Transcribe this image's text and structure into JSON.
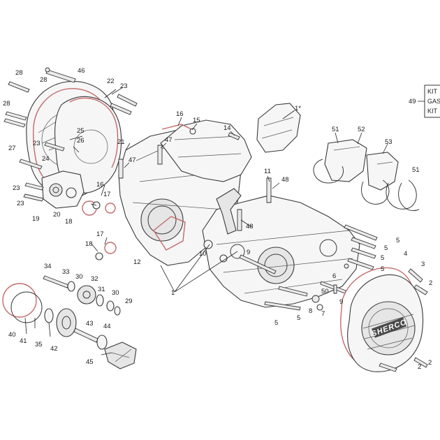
{
  "diagram": {
    "kit_box": {
      "ref": "49",
      "lines": [
        "KIT",
        "GAS",
        "KIT"
      ]
    },
    "cover_logo": "SHERCO",
    "labels": {
      "l1": "1",
      "l1star": "1*",
      "l2a": "2",
      "l2b": "2",
      "l2c": "2",
      "l3": "3",
      "l4": "4",
      "l5a": "5",
      "l5b": "5",
      "l5c": "5",
      "l5d": "5",
      "l5e": "5",
      "l5f": "5",
      "l6": "6",
      "l7": "7",
      "l8": "8",
      "l9a": "9",
      "l9b": "9",
      "l10": "10",
      "l11": "11",
      "l12": "12",
      "l14": "14",
      "l15": "15",
      "l16a": "16",
      "l16b": "16",
      "l17a": "17",
      "l17b": "17",
      "l18a": "18",
      "l18b": "18",
      "l19": "19",
      "l20": "20",
      "l21": "21",
      "l22": "22",
      "l23a": "23",
      "l23b": "23",
      "l23c": "23",
      "l23d": "23",
      "l24": "24",
      "l25": "25",
      "l26": "26",
      "l27": "27",
      "l28a": "28",
      "l28b": "28",
      "l28c": "28",
      "l29": "29",
      "l30a": "30",
      "l30b": "30",
      "l31": "31",
      "l32": "32",
      "l33": "33",
      "l34": "34",
      "l35": "35",
      "l40": "40",
      "l41": "41",
      "l42": "42",
      "l43": "43",
      "l44": "44",
      "l45": "45",
      "l46": "46",
      "l47a": "47",
      "l47b": "47",
      "l48a": "48",
      "l48b": "48",
      "l50": "50",
      "l51a": "51",
      "l51b": "51",
      "l52": "52",
      "l53": "53"
    }
  }
}
